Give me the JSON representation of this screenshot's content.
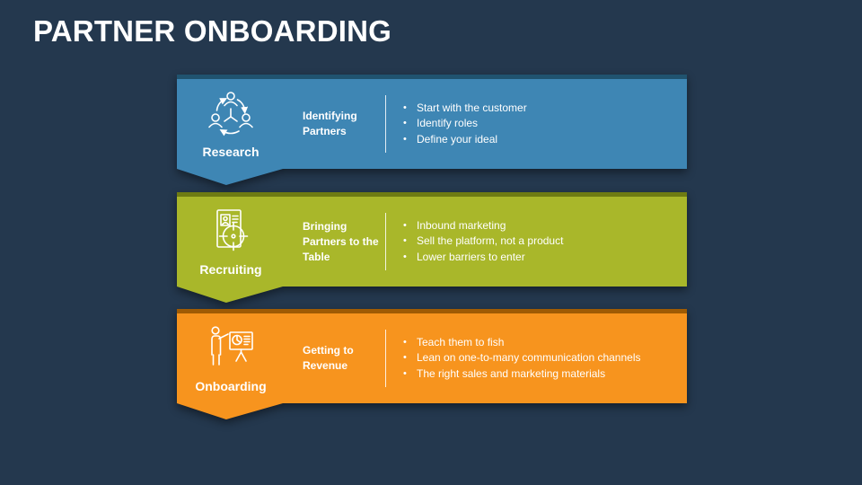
{
  "slide": {
    "title": "PARTNER ONBOARDING",
    "background_color": "#24384E",
    "text_color": "#FFFFFF"
  },
  "bullet_glyph": "•",
  "stages": [
    {
      "name": "Research",
      "icon": "team-network-icon",
      "heading": "Identifying Partners",
      "banner_color": "#3E86B4",
      "strip_color": "#20536F",
      "bullets": [
        "Start with the customer",
        "Identify roles",
        "Define your ideal"
      ]
    },
    {
      "name": "Recruiting",
      "icon": "target-resume-icon",
      "heading": "Bringing Partners to the Table",
      "banner_color": "#A9B72A",
      "strip_color": "#6E7B12",
      "bullets": [
        "Inbound marketing",
        "Sell the platform, not a product",
        "Lower barriers to enter"
      ]
    },
    {
      "name": "Onboarding",
      "icon": "presenter-board-icon",
      "heading": "Getting to Revenue",
      "banner_color": "#F7941E",
      "strip_color": "#9F5B04",
      "bullets": [
        "Teach them to fish",
        "Lean on one-to-many communication channels",
        "The right sales and marketing materials"
      ]
    }
  ]
}
